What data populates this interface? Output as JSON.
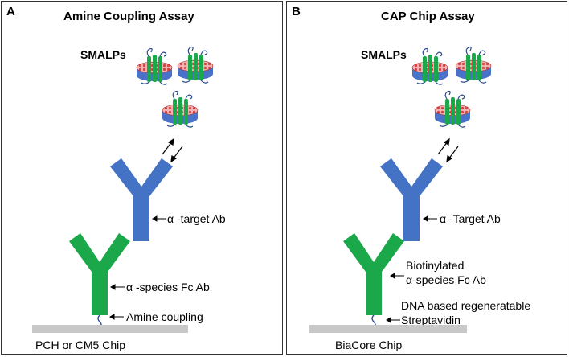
{
  "panels": [
    {
      "letter": "A",
      "title": "Amine Coupling Assay",
      "particles_label": "SMALPs",
      "upper_antibody_label": "α -target Ab",
      "lower_antibody_label": "α -species Fc Ab",
      "coupling_label": "Amine coupling",
      "chip_label": "PCH or CM5 Chip"
    },
    {
      "letter": "B",
      "title": "CAP Chip Assay",
      "particles_label": "SMALPs",
      "upper_antibody_label": "α -Target Ab",
      "lower_antibody_label_line1": "Biotinylated",
      "lower_antibody_label_line2": "α-species Fc Ab",
      "coupling_label_line1": "DNA based regeneratable",
      "coupling_label_line2": "Streptavidin",
      "chip_label": "BiaCore Chip"
    }
  ],
  "colors": {
    "target_antibody": "#4472c4",
    "species_antibody": "#1aa84a",
    "smalp_lipid": "#e46a6a",
    "smalp_disc": "#4a72c8",
    "chip": "#c8c8c8"
  }
}
